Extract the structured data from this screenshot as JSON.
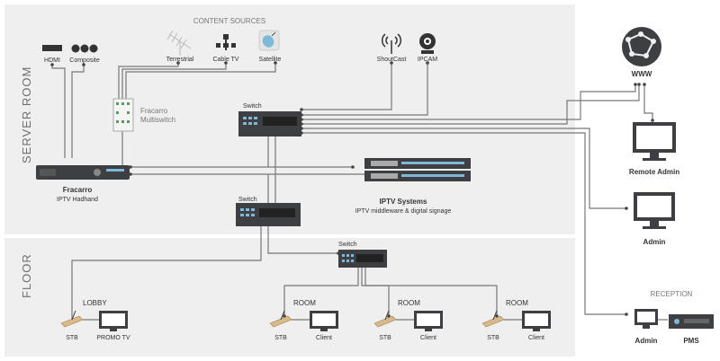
{
  "zones": {
    "server_room": "SERVER ROOM",
    "floor": "FLOOR",
    "reception": "RECEPTION"
  },
  "content_sources": {
    "heading": "CONTENT SOURCES",
    "terrestrial": "Terrestrial",
    "cable_tv": "Cable TV",
    "satellite": "Satellite"
  },
  "inputs": {
    "hdmi": "HDMI",
    "composite": "Composite"
  },
  "streams": {
    "shoutcast": "ShoutCast",
    "ipcam": "IPCAM"
  },
  "multiswitch": {
    "line1": "Fracarro",
    "line2": "Multiswitch"
  },
  "headend": {
    "line1": "Fracarro",
    "line2": "IPTV Hadhand"
  },
  "iptv": {
    "title": "IPTV Systems",
    "subtitle": "IPTV middleware & digital signage"
  },
  "switches": {
    "top": "Switch",
    "middle": "Switch",
    "floor": "Switch"
  },
  "www": "WWW",
  "remote_admin": "Remote Admin",
  "admin": "Admin",
  "reception_admin": "Admin",
  "pms": "PMS",
  "floor": {
    "lobby": {
      "label": "LOBBY",
      "stb": "STB",
      "tv": "PROMO TV"
    },
    "rooms": [
      {
        "label": "ROOM",
        "stb": "STB",
        "client": "Client"
      },
      {
        "label": "ROOM",
        "stb": "STB",
        "client": "Client"
      },
      {
        "label": "ROOM",
        "stb": "STB",
        "client": "Client"
      }
    ]
  },
  "colors": {
    "zone_bg": "#efefef",
    "device_dark": "#3d3f42",
    "port_blue": "#7fb8d8",
    "wire": "#777777"
  }
}
